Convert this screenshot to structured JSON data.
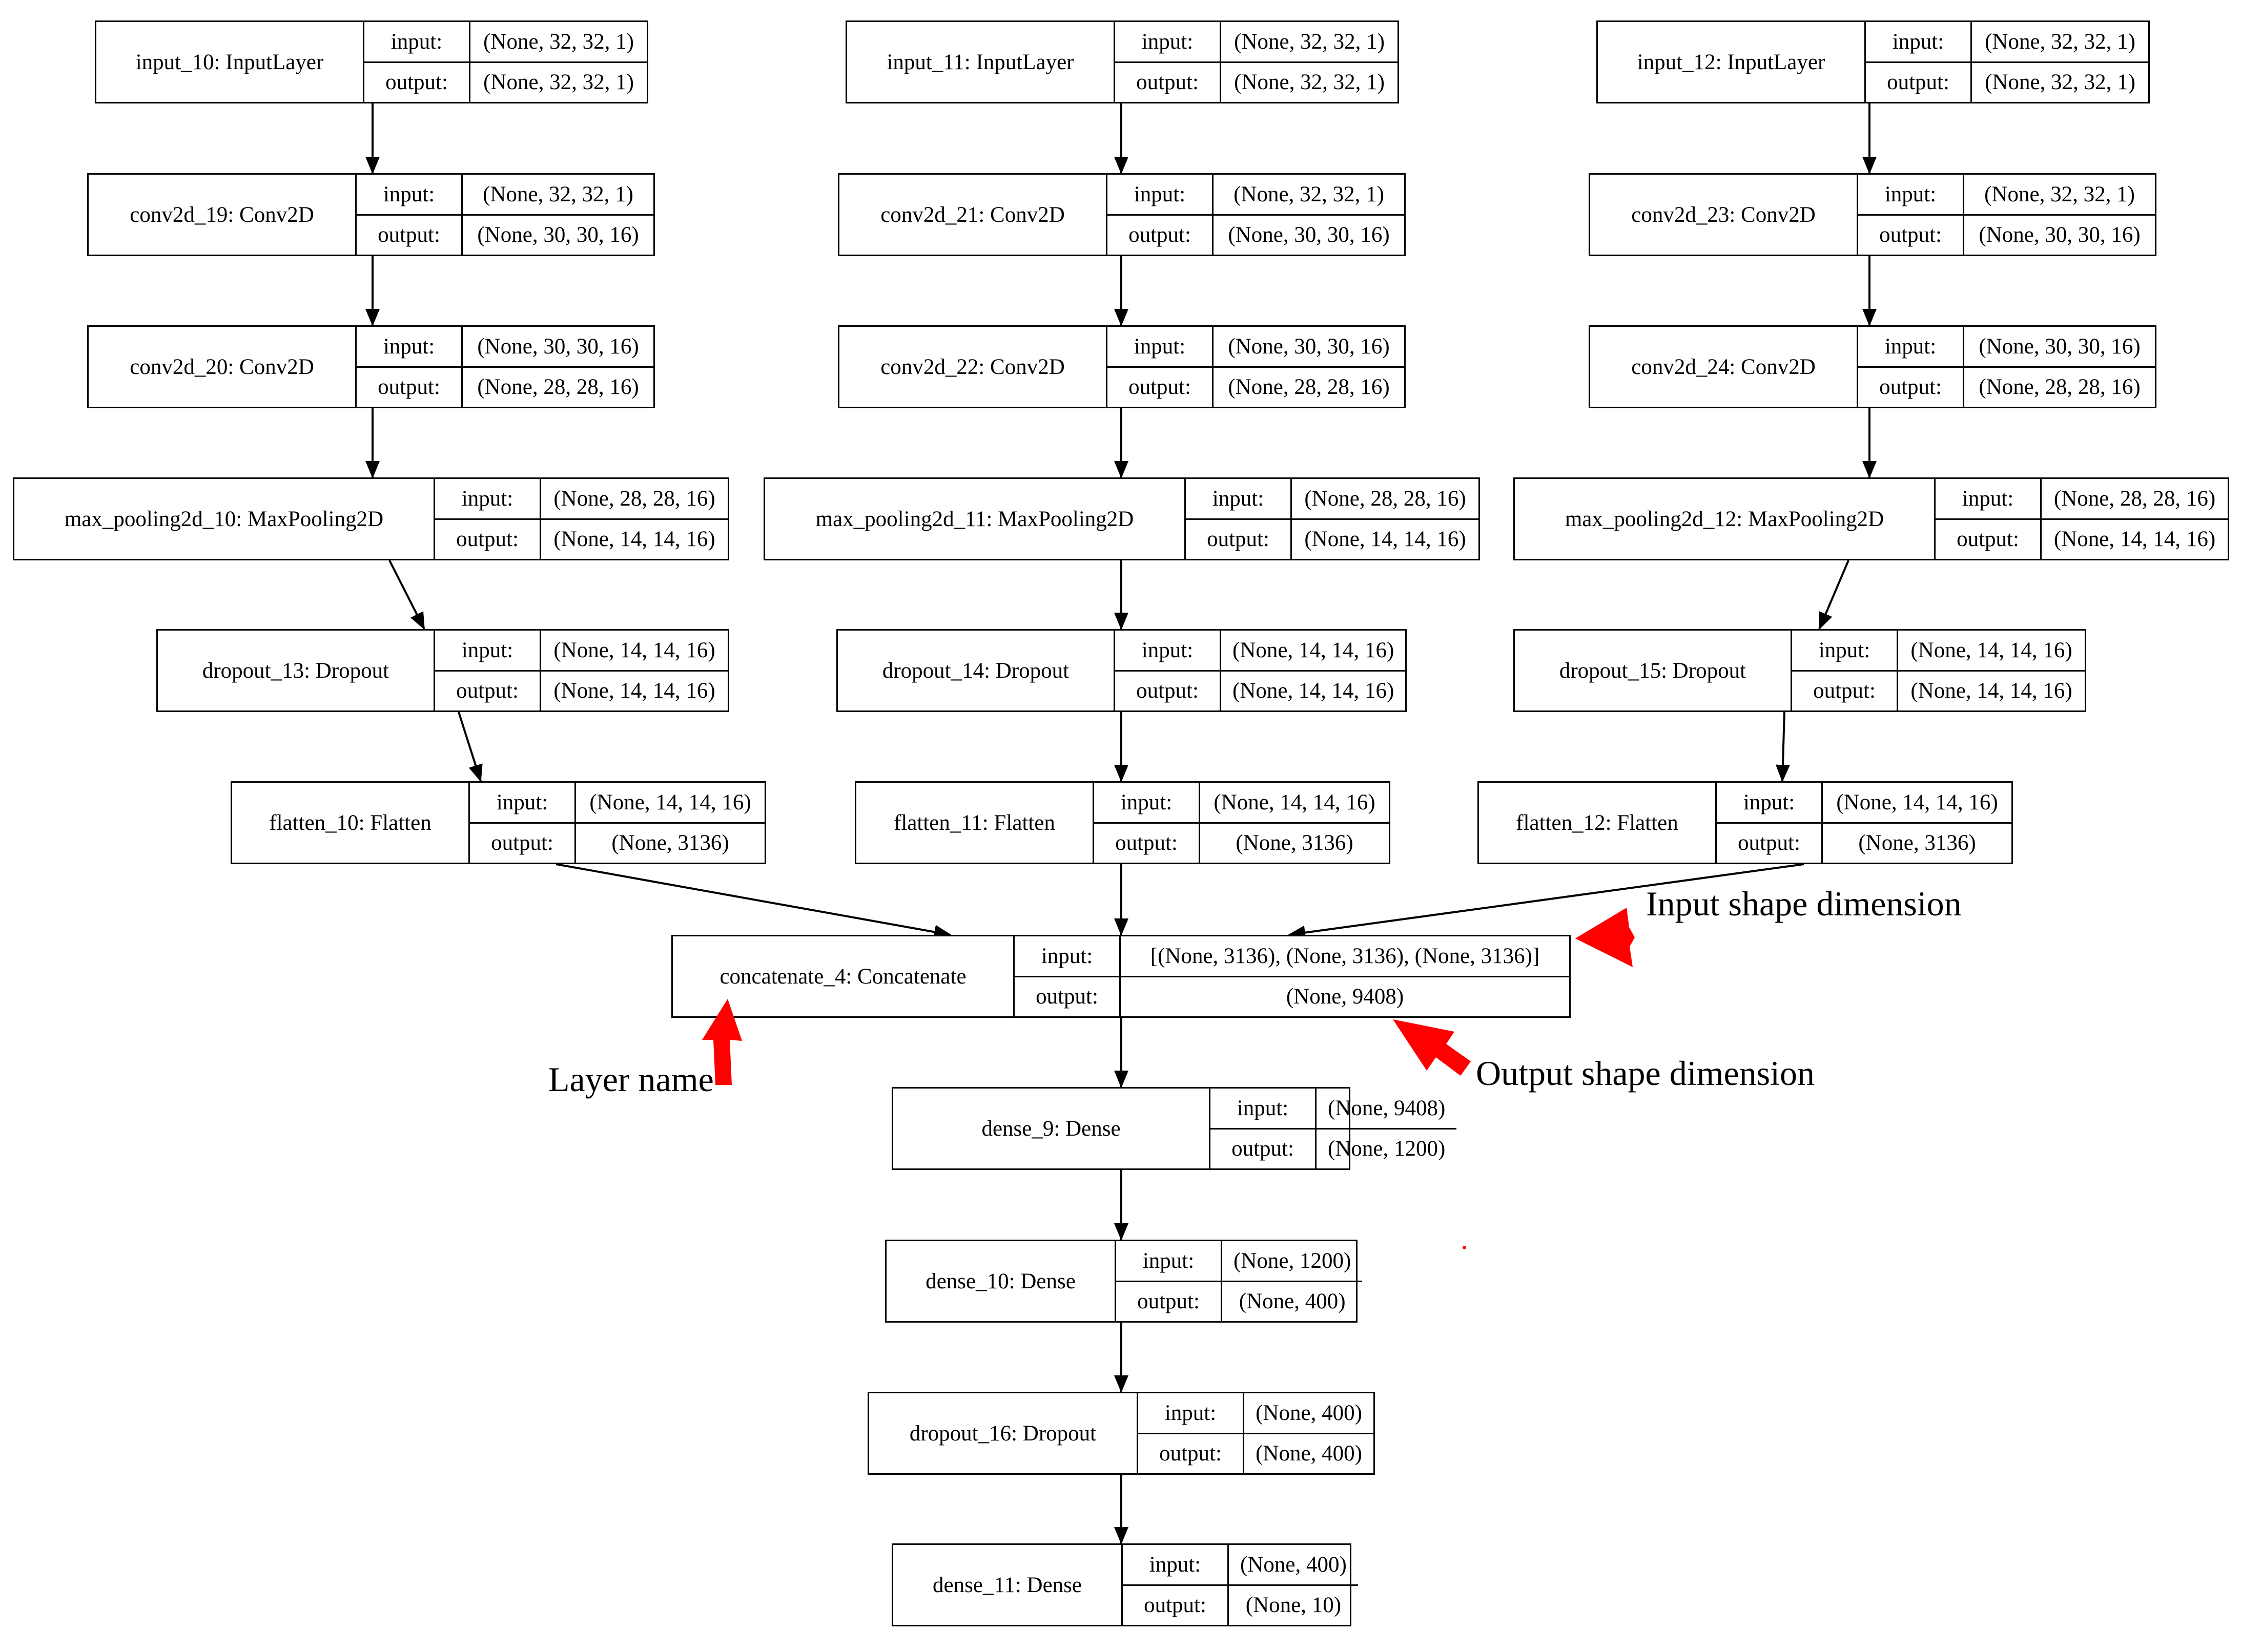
{
  "diagram": {
    "io_labels": {
      "input": "input:",
      "output": "output:"
    },
    "layers": [
      {
        "id": "input_10",
        "name": "input_10: InputLayer",
        "input": "(None, 32, 32, 1)",
        "output": "(None, 32, 32, 1)"
      },
      {
        "id": "conv2d_19",
        "name": "conv2d_19: Conv2D",
        "input": "(None, 32, 32, 1)",
        "output": "(None, 30, 30, 16)"
      },
      {
        "id": "conv2d_20",
        "name": "conv2d_20: Conv2D",
        "input": "(None, 30, 30, 16)",
        "output": "(None, 28, 28, 16)"
      },
      {
        "id": "max_pooling2d_10",
        "name": "max_pooling2d_10: MaxPooling2D",
        "input": "(None, 28, 28, 16)",
        "output": "(None, 14, 14, 16)"
      },
      {
        "id": "dropout_13",
        "name": "dropout_13: Dropout",
        "input": "(None, 14, 14, 16)",
        "output": "(None, 14, 14, 16)"
      },
      {
        "id": "flatten_10",
        "name": "flatten_10: Flatten",
        "input": "(None, 14, 14, 16)",
        "output": "(None, 3136)"
      },
      {
        "id": "input_11",
        "name": "input_11: InputLayer",
        "input": "(None, 32, 32, 1)",
        "output": "(None, 32, 32, 1)"
      },
      {
        "id": "conv2d_21",
        "name": "conv2d_21: Conv2D",
        "input": "(None, 32, 32, 1)",
        "output": "(None, 30, 30, 16)"
      },
      {
        "id": "conv2d_22",
        "name": "conv2d_22: Conv2D",
        "input": "(None, 30, 30, 16)",
        "output": "(None, 28, 28, 16)"
      },
      {
        "id": "max_pooling2d_11",
        "name": "max_pooling2d_11: MaxPooling2D",
        "input": "(None, 28, 28, 16)",
        "output": "(None, 14, 14, 16)"
      },
      {
        "id": "dropout_14",
        "name": "dropout_14: Dropout",
        "input": "(None, 14, 14, 16)",
        "output": "(None, 14, 14, 16)"
      },
      {
        "id": "flatten_11",
        "name": "flatten_11: Flatten",
        "input": "(None, 14, 14, 16)",
        "output": "(None, 3136)"
      },
      {
        "id": "input_12",
        "name": "input_12: InputLayer",
        "input": "(None, 32, 32, 1)",
        "output": "(None, 32, 32, 1)"
      },
      {
        "id": "conv2d_23",
        "name": "conv2d_23: Conv2D",
        "input": "(None, 32, 32, 1)",
        "output": "(None, 30, 30, 16)"
      },
      {
        "id": "conv2d_24",
        "name": "conv2d_24: Conv2D",
        "input": "(None, 30, 30, 16)",
        "output": "(None, 28, 28, 16)"
      },
      {
        "id": "max_pooling2d_12",
        "name": "max_pooling2d_12: MaxPooling2D",
        "input": "(None, 28, 28, 16)",
        "output": "(None, 14, 14, 16)"
      },
      {
        "id": "dropout_15",
        "name": "dropout_15: Dropout",
        "input": "(None, 14, 14, 16)",
        "output": "(None, 14, 14, 16)"
      },
      {
        "id": "flatten_12",
        "name": "flatten_12: Flatten",
        "input": "(None, 14, 14, 16)",
        "output": "(None, 3136)"
      },
      {
        "id": "concatenate_4",
        "name": "concatenate_4: Concatenate",
        "input": "[(None, 3136), (None, 3136), (None, 3136)]",
        "output": "(None, 9408)"
      },
      {
        "id": "dense_9",
        "name": "dense_9: Dense",
        "input": "(None, 9408)",
        "output": "(None, 1200)"
      },
      {
        "id": "dense_10",
        "name": "dense_10: Dense",
        "input": "(None, 1200)",
        "output": "(None, 400)"
      },
      {
        "id": "dropout_16",
        "name": "dropout_16: Dropout",
        "input": "(None, 400)",
        "output": "(None, 400)"
      },
      {
        "id": "dense_11",
        "name": "dense_11: Dense",
        "input": "(None, 400)",
        "output": "(None, 10)"
      }
    ],
    "edges": [
      [
        "input_10",
        "conv2d_19"
      ],
      [
        "conv2d_19",
        "conv2d_20"
      ],
      [
        "conv2d_20",
        "max_pooling2d_10"
      ],
      [
        "max_pooling2d_10",
        "dropout_13"
      ],
      [
        "dropout_13",
        "flatten_10"
      ],
      [
        "flatten_10",
        "concatenate_4"
      ],
      [
        "input_11",
        "conv2d_21"
      ],
      [
        "conv2d_21",
        "conv2d_22"
      ],
      [
        "conv2d_22",
        "max_pooling2d_11"
      ],
      [
        "max_pooling2d_11",
        "dropout_14"
      ],
      [
        "dropout_14",
        "flatten_11"
      ],
      [
        "flatten_11",
        "concatenate_4"
      ],
      [
        "input_12",
        "conv2d_23"
      ],
      [
        "conv2d_23",
        "conv2d_24"
      ],
      [
        "conv2d_24",
        "max_pooling2d_12"
      ],
      [
        "max_pooling2d_12",
        "dropout_15"
      ],
      [
        "dropout_15",
        "flatten_12"
      ],
      [
        "flatten_12",
        "concatenate_4"
      ],
      [
        "concatenate_4",
        "dense_9"
      ],
      [
        "dense_9",
        "dense_10"
      ],
      [
        "dense_10",
        "dropout_16"
      ],
      [
        "dropout_16",
        "dense_11"
      ]
    ]
  },
  "annotations": {
    "input_shape": "Input shape dimension",
    "output_shape": "Output shape dimension",
    "layer_name": "Layer name",
    "arrow_color": "#ff0000"
  }
}
